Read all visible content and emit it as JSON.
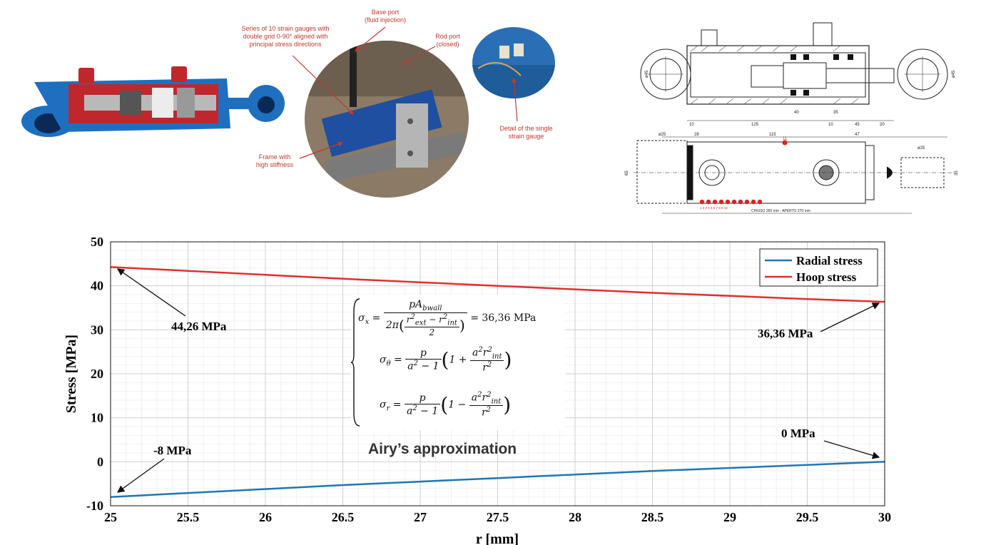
{
  "photo_labels": {
    "gauges": "Series of 10 strain gauges with double grid 0-90° aligned with principal stress directions",
    "base_port": "Base port\n(fluid injection)",
    "rod_port": "Rod port\n(closed)",
    "frame": "Frame with\nhigh stiffness",
    "detail": "Detail of the single\nstrain gauge"
  },
  "drawing": {
    "top_dims": [
      "10",
      "125",
      "10",
      "45",
      "20",
      "40",
      "35"
    ],
    "left_dia": "ø45",
    "right_dia": "ø45",
    "bottom_dims": [
      "ø25",
      "28",
      "115",
      "47",
      "ø25"
    ],
    "gauge_top_label": "11",
    "gauge_numbers": "1 2 3 4 5 6 7 8 9 10",
    "left_height": "65",
    "right_height": "35",
    "stroke_label": "CHIUSO 260 mm - APERTO 270 mm"
  },
  "equations": {
    "sx_rhs": "= 36,36 MPa"
  },
  "airy_label": "Airy’s approximation",
  "colors": {
    "radial": "#1f77b4",
    "hoop": "#e03030",
    "cylinder_blue": "#1f6fc0",
    "cylinder_red": "#c0272d"
  },
  "chart_data": {
    "type": "line",
    "xlabel": "r [mm]",
    "ylabel": "Stress [MPa]",
    "xlim": [
      25,
      30
    ],
    "ylim": [
      -10,
      50
    ],
    "xticks": [
      25,
      25.5,
      26,
      26.5,
      27,
      27.5,
      28,
      28.5,
      29,
      29.5,
      30
    ],
    "yticks": [
      -10,
      0,
      10,
      20,
      30,
      40,
      50
    ],
    "grid": true,
    "legend": "top-right",
    "series": [
      {
        "name": "Radial stress",
        "color": "#1f77b4",
        "x": [
          25,
          25.5,
          26,
          26.5,
          27,
          27.5,
          28,
          28.5,
          29,
          29.5,
          30
        ],
        "y": [
          -8,
          -7.1,
          -6.2,
          -5.3,
          -4.5,
          -3.7,
          -2.9,
          -2.1,
          -1.4,
          -0.7,
          0
        ]
      },
      {
        "name": "Hoop stress",
        "color": "#e03030",
        "x": [
          25,
          25.5,
          26,
          26.5,
          27,
          27.5,
          28,
          28.5,
          29,
          29.5,
          30
        ],
        "y": [
          44.26,
          43.4,
          42.5,
          41.6,
          40.8,
          40.0,
          39.2,
          38.4,
          37.7,
          37.0,
          36.36
        ]
      }
    ],
    "annotations": [
      {
        "text": "44,26 MPa",
        "x": 25,
        "y": 44.26
      },
      {
        "text": "36,36 MPa",
        "x": 30,
        "y": 36.36
      },
      {
        "text": "-8 MPa",
        "x": 25,
        "y": -8
      },
      {
        "text": "0 MPa",
        "x": 30,
        "y": 0
      }
    ]
  }
}
